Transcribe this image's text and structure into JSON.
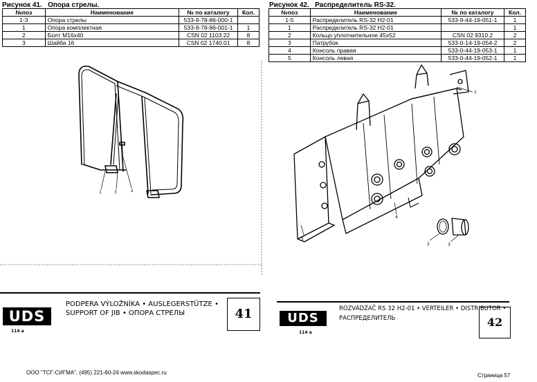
{
  "fig41": {
    "title": "Рисунок 41.   Опора стрелы.",
    "headers": [
      "№поз",
      "Наименование",
      "№ по каталогу",
      "Кол."
    ],
    "rows": [
      [
        "1-3",
        "Опора стрелы",
        "533-9-78-86-000-1",
        ""
      ],
      [
        "1",
        "Опора комплектная",
        "533-9-78-86-001-1",
        "1"
      ],
      [
        "2",
        "Болт  М16х40",
        "CSN 02 1103.22",
        "8"
      ],
      [
        "3",
        "Шайба 16",
        "CSN 02 1740.01",
        "8"
      ]
    ],
    "callouts": [
      "1",
      "3",
      "2"
    ],
    "stamp": {
      "logo": "UDS",
      "line1": "PODPERA VÝLOŽNÍKA • AUSLEGERSTÜTZE •",
      "line2": "SUPPORT OF JIB • ОПОРА СТРЕЛЫ",
      "number": "41",
      "code": "114 a"
    }
  },
  "fig42": {
    "title": "Рисунок 42.   Распределитель RS-32.",
    "headers": [
      "№поз",
      "Наименование",
      "№ по каталогу",
      "Кол."
    ],
    "rows": [
      [
        "1-5",
        "Распределитель RS-32 H2-01",
        "533-9-44-19-051-1",
        "1"
      ],
      [
        "1",
        "Распределитель RS-32 H2-01",
        "",
        "1"
      ],
      [
        "2",
        "Кольцо уплотнительное  45х52",
        "CSN  02  9310.2",
        "2"
      ],
      [
        "3",
        "Патрубок",
        "533-0-14-19-054-2",
        "2"
      ],
      [
        "4",
        "Консоль правая",
        "533-0-44-19-053-1",
        "1"
      ],
      [
        "5",
        "Консоль левая",
        "533-0-44-19-052-1",
        "1"
      ]
    ],
    "callouts": [
      "1",
      "4",
      "5",
      "2",
      "3"
    ],
    "stamp": {
      "logo": "UDS",
      "line1": "ROZVÁDZAČ RS 32 H2-01 • VERTEILER • DISTRIBUTOR •",
      "line2": "РАСПРЕДЕЛИТЕЛЬ",
      "number": "42",
      "code": "114 a"
    }
  },
  "footer": {
    "company": "ООО \"ТСГ-СИГМА\", (495) 221-60-24 www.skodaspec.ru",
    "page": "Страница 57"
  }
}
